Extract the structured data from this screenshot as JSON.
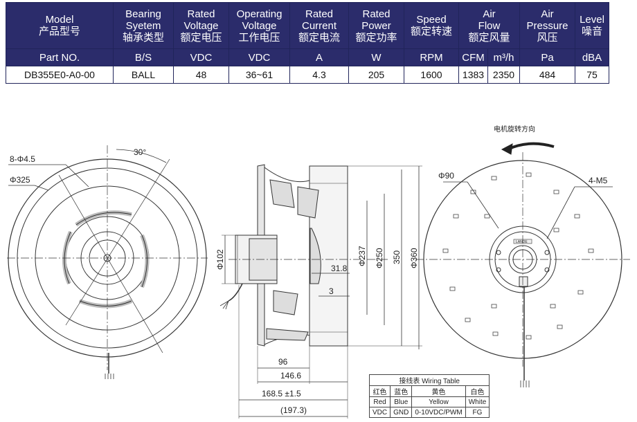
{
  "spec_table": {
    "columns": [
      {
        "en": "Model",
        "zh": "产品型号",
        "unit": "Part NO.",
        "value": "DB355E0-A0-00"
      },
      {
        "en": "Bearing Syetem",
        "zh": "轴承类型",
        "unit": "B/S",
        "value": "BALL"
      },
      {
        "en": "Rated Voltage",
        "zh": "额定电压",
        "unit": "VDC",
        "value": "48"
      },
      {
        "en": "Operating Voltage",
        "zh": "工作电压",
        "unit": "VDC",
        "value": "36~61"
      },
      {
        "en": "Rated Current",
        "zh": "额定电流",
        "unit": "A",
        "value": "4.3"
      },
      {
        "en": "Rated Power",
        "zh": "额定功率",
        "unit": "W",
        "value": "205"
      },
      {
        "en": "Speed",
        "zh": "额定转速",
        "unit": "RPM",
        "value": "1600"
      },
      {
        "en": "Air Flow",
        "zh": "额定风量",
        "unit": "CFM",
        "unit2": "m³/h",
        "value": "1383",
        "value2": "2350"
      },
      {
        "en": "Air Pressure",
        "zh": "风压",
        "unit": "Pa",
        "value": "484"
      },
      {
        "en": "Level",
        "zh": "噪音",
        "unit": "dBA",
        "value": "75"
      }
    ]
  },
  "drawing": {
    "front_view": {
      "holes": "8-Φ4.5",
      "outer_dia": "Φ325",
      "angle": "30°"
    },
    "side_view": {
      "hub_dia": "Φ102",
      "dims_vertical": [
        "Φ237",
        "Φ250",
        "350",
        "Φ360"
      ],
      "dim_31_8": "31.8",
      "dim_3": "3",
      "dim_96": "96",
      "dim_146_6": "146.6",
      "dim_168_5": "168.5 ±1.5",
      "dim_197_3": "(197.3)"
    },
    "back_view": {
      "rotation_label": "电机旋转方向",
      "hub_dia": "Φ90",
      "screws": "4-M5",
      "nameplate": "LANDE"
    }
  },
  "wiring_table": {
    "title": "接线表 Wiring Table",
    "zh": [
      "红色",
      "蓝色",
      "黄色",
      "白色"
    ],
    "colors": [
      "Red",
      "Blue",
      "Yellow",
      "White"
    ],
    "functions": [
      "VDC",
      "GND",
      "0-10VDC/PWM",
      "FG"
    ]
  },
  "colors": {
    "header_bg": "#2b2c6b",
    "line": "#333333"
  }
}
